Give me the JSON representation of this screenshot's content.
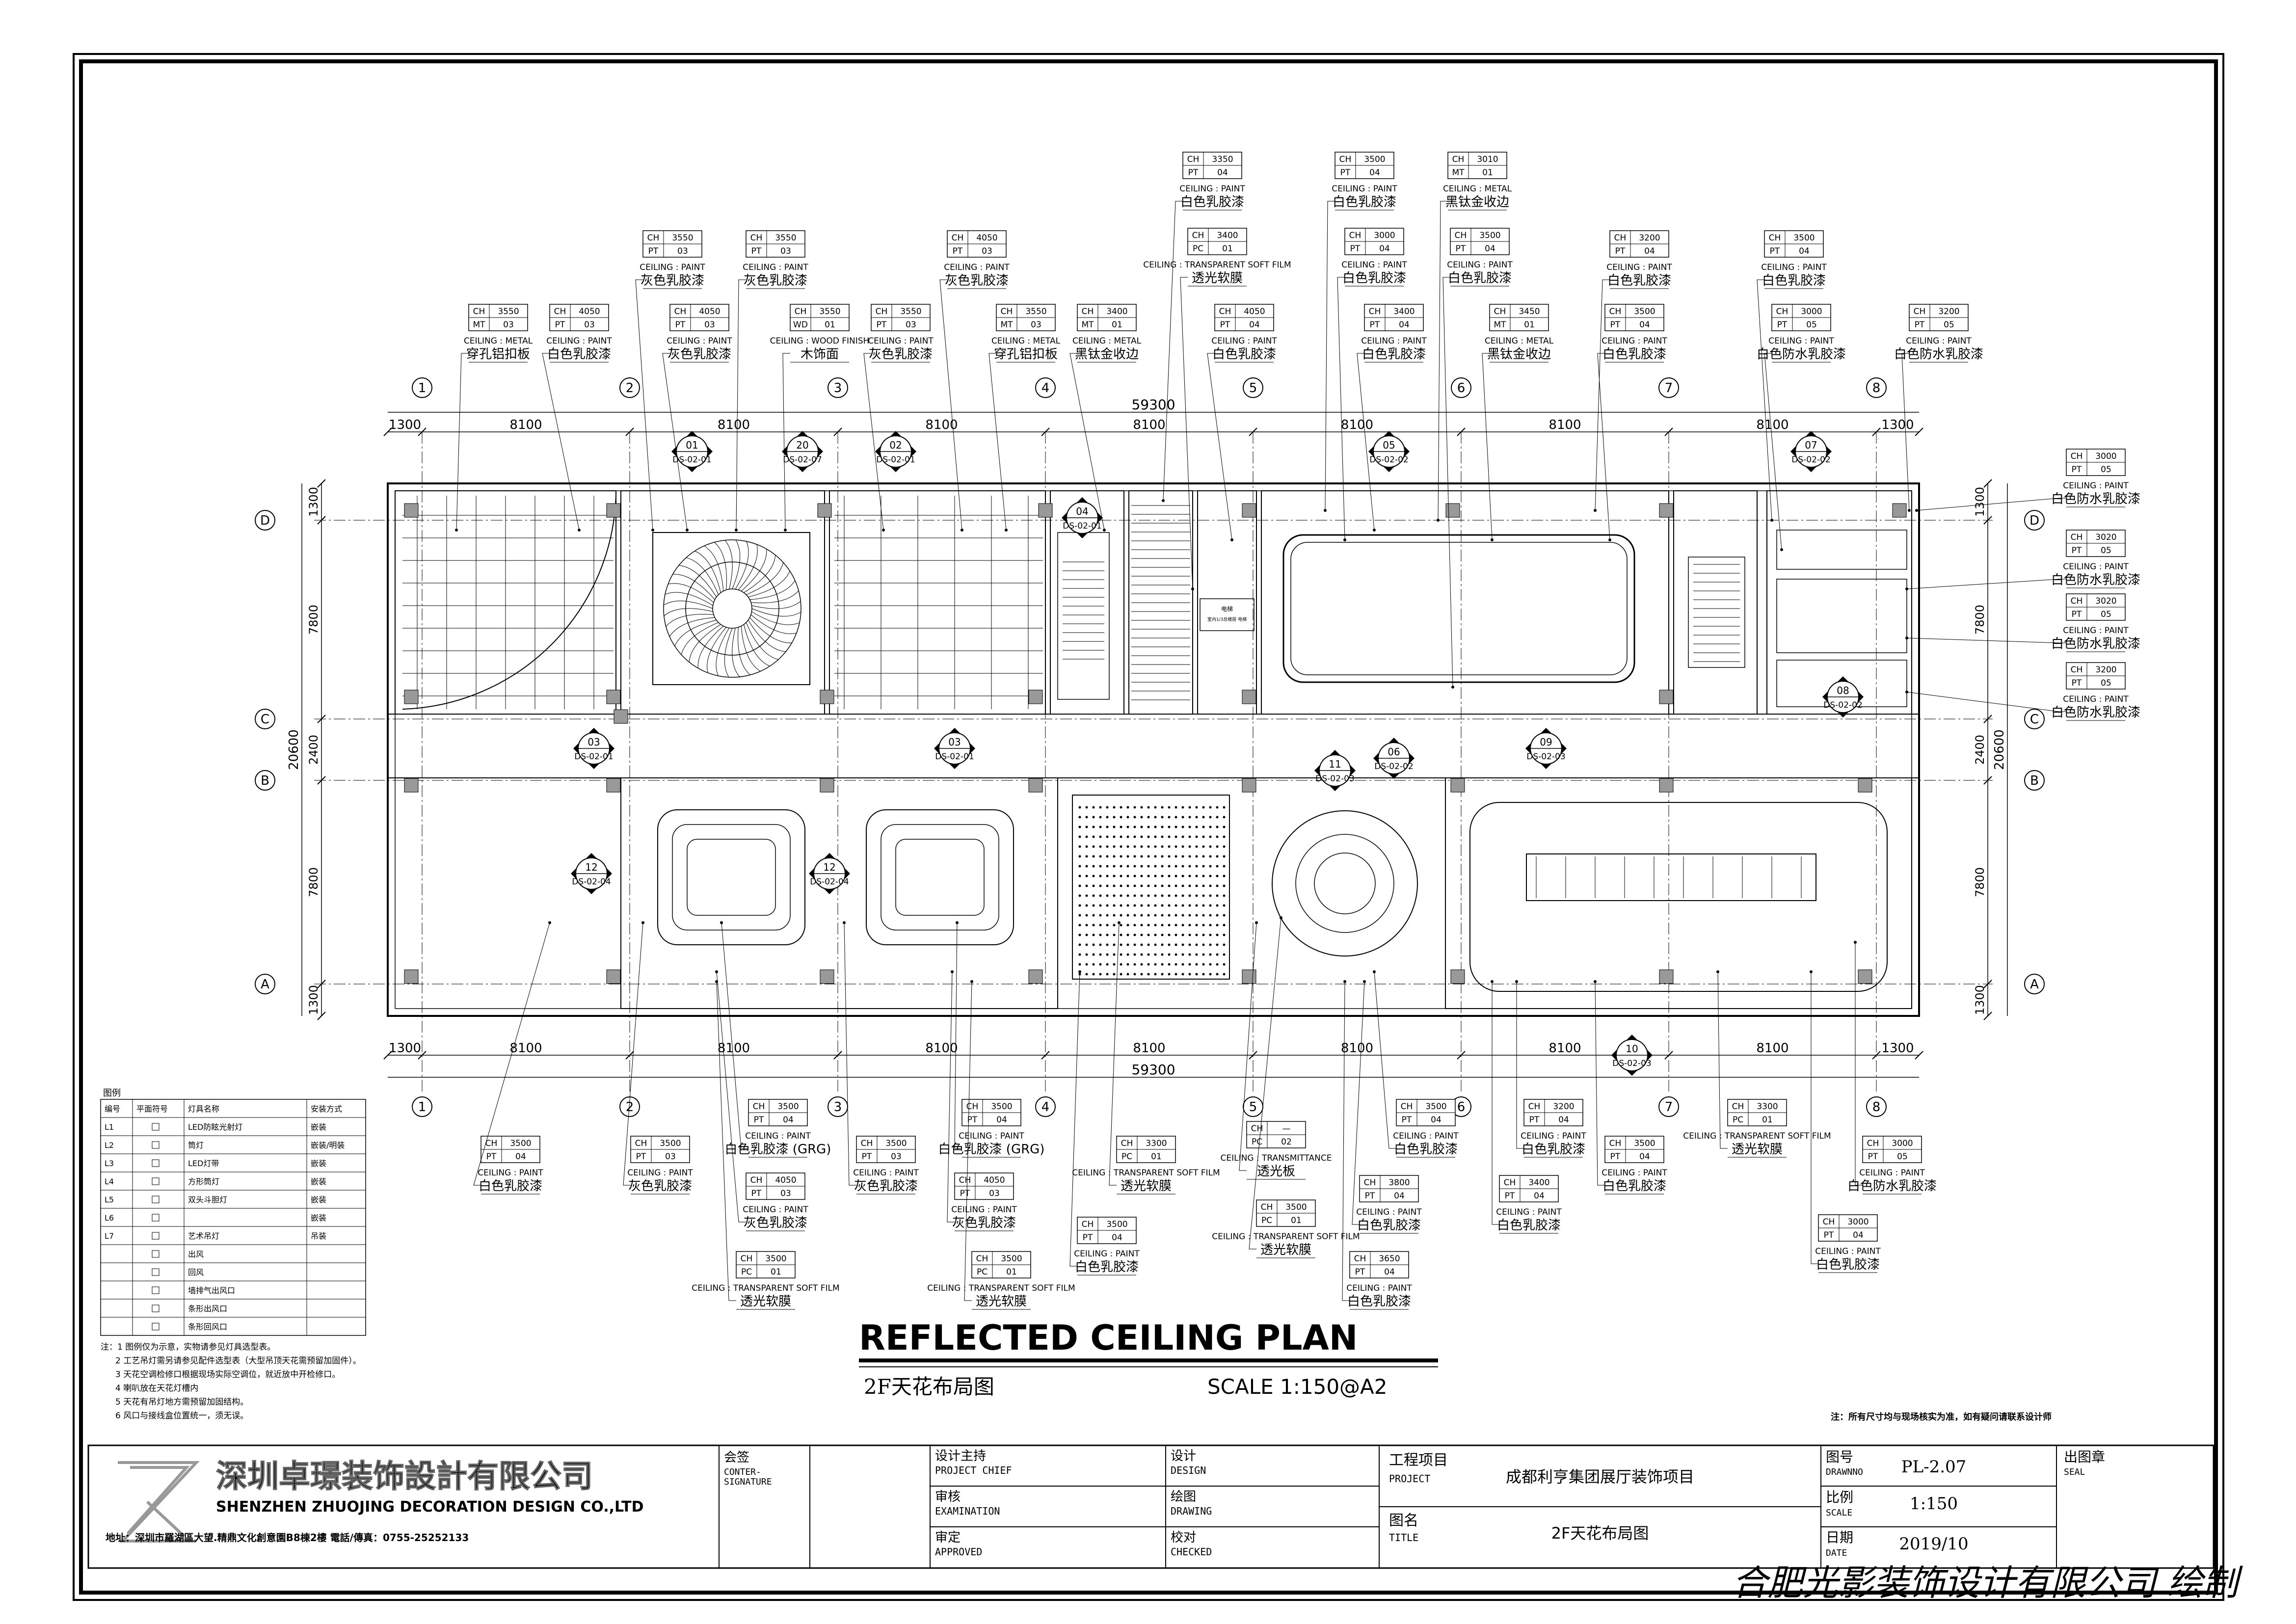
{
  "drawing": {
    "title": "REFLECTED  CEILING  PLAN",
    "subtitle": "2F天花布局图",
    "scale": "SCALE  1:150@A2",
    "note_right": "注：所有尺寸均与现场核实为准，如有疑问请联系设计师",
    "signature": "合肥光影装饰设计有限公司 绘制"
  },
  "grid": {
    "columns": [
      "1",
      "2",
      "3",
      "4",
      "5",
      "6",
      "7",
      "8"
    ],
    "rows": [
      "D",
      "C",
      "B",
      "A"
    ],
    "top_total": "59300",
    "bottom_total": "59300",
    "top_spans": [
      "1300",
      "8100",
      "8100",
      "8100",
      "8100",
      "8100",
      "8100",
      "8100",
      "1300"
    ],
    "bottom_spans": [
      "1300",
      "8100",
      "8100",
      "8100",
      "8100",
      "8100",
      "8100",
      "8100",
      "1300"
    ],
    "left_spans": [
      "1300",
      "7800",
      "2400",
      "7800",
      "1300"
    ],
    "left_total": "20600",
    "right_spans": [
      "1300",
      "7800",
      "2400",
      "7800",
      "1300"
    ],
    "right_total": "20600"
  },
  "callouts": {
    "ch": "CH",
    "pt": "PT",
    "pc": "PC",
    "mt": "MT",
    "wd": "WD",
    "metal": "CEILING : METAL",
    "paint": "CEILING : PAINT",
    "wood": "CEILING : WOOD FINISH",
    "film": "CEILING : TRANSPARENT SOFT FILM",
    "transmit": "CEILING : TRANSMITTANCE",
    "items_top": [
      {
        "ch": "3550",
        "code": "03",
        "k": "MT",
        "type": "metal",
        "cn": "穿孔铝扣板"
      },
      {
        "ch": "4050",
        "code": "03",
        "k": "PT",
        "type": "paint",
        "cn": "白色乳胶漆"
      },
      {
        "ch": "3550",
        "code": "03",
        "k": "PT",
        "type": "paint",
        "cn": "灰色乳胶漆"
      },
      {
        "ch": "4050",
        "code": "03",
        "k": "PT",
        "type": "paint",
        "cn": "灰色乳胶漆"
      },
      {
        "ch": "3550",
        "code": "03",
        "k": "PT",
        "type": "paint",
        "cn": "灰色乳胶漆"
      },
      {
        "ch": "3550",
        "code": "01",
        "k": "WD",
        "type": "wood",
        "cn": "木饰面"
      },
      {
        "ch": "3550",
        "code": "03",
        "k": "PT",
        "type": "paint",
        "cn": "灰色乳胶漆"
      },
      {
        "ch": "4050",
        "code": "03",
        "k": "PT",
        "type": "paint",
        "cn": "灰色乳胶漆"
      },
      {
        "ch": "3550",
        "code": "03",
        "k": "MT",
        "type": "metal",
        "cn": "穿孔铝扣板"
      },
      {
        "ch": "3400",
        "code": "01",
        "k": "MT",
        "type": "metal",
        "cn": "黑钛金收边"
      },
      {
        "ch": "3350",
        "code": "04",
        "k": "PT",
        "type": "paint",
        "cn": "白色乳胶漆"
      },
      {
        "ch": "3400",
        "code": "01",
        "k": "PC",
        "type": "film",
        "cn": "透光软膜"
      },
      {
        "ch": "4050",
        "code": "04",
        "k": "PT",
        "type": "paint",
        "cn": "白色乳胶漆"
      },
      {
        "ch": "3500",
        "code": "04",
        "k": "PT",
        "type": "paint",
        "cn": "白色乳胶漆"
      },
      {
        "ch": "3000",
        "code": "04",
        "k": "PT",
        "type": "paint",
        "cn": "白色乳胶漆"
      },
      {
        "ch": "3400",
        "code": "04",
        "k": "PT",
        "type": "paint",
        "cn": "白色乳胶漆"
      },
      {
        "ch": "3010",
        "code": "01",
        "k": "MT",
        "type": "metal",
        "cn": "黑钛金收边"
      },
      {
        "ch": "3500",
        "code": "04",
        "k": "PT",
        "type": "paint",
        "cn": "白色乳胶漆"
      },
      {
        "ch": "3450",
        "code": "01",
        "k": "MT",
        "type": "metal",
        "cn": "黑钛金收边"
      },
      {
        "ch": "3200",
        "code": "04",
        "k": "PT",
        "type": "paint",
        "cn": "白色乳胶漆"
      },
      {
        "ch": "3500",
        "code": "04",
        "k": "PT",
        "type": "paint",
        "cn": "白色乳胶漆"
      },
      {
        "ch": "3500",
        "code": "04",
        "k": "PT",
        "type": "paint",
        "cn": "白色乳胶漆"
      },
      {
        "ch": "3000",
        "code": "05",
        "k": "PT",
        "type": "paint",
        "cn": "白色防水乳胶漆"
      },
      {
        "ch": "3200",
        "code": "05",
        "k": "PT",
        "type": "paint",
        "cn": "白色防水乳胶漆"
      }
    ],
    "items_right": [
      {
        "ch": "3000",
        "code": "05",
        "cn": "白色防水乳胶漆"
      },
      {
        "ch": "3020",
        "code": "05",
        "cn": "白色防水乳胶漆"
      },
      {
        "ch": "3020",
        "code": "05",
        "cn": "白色防水乳胶漆"
      },
      {
        "ch": "3200",
        "code": "05",
        "cn": "白色防水乳胶漆"
      }
    ],
    "items_bottom": [
      {
        "ch": "3500",
        "code": "04",
        "k": "PT",
        "type": "paint",
        "cn": "白色乳胶漆"
      },
      {
        "ch": "3500",
        "code": "03",
        "k": "PT",
        "type": "paint",
        "cn": "灰色乳胶漆"
      },
      {
        "ch": "3500",
        "code": "04",
        "k": "PT",
        "type": "paint",
        "cn": "白色乳胶漆 (GRG)"
      },
      {
        "ch": "4050",
        "code": "03",
        "k": "PT",
        "type": "paint",
        "cn": "灰色乳胶漆"
      },
      {
        "ch": "3500",
        "code": "03",
        "k": "PT",
        "type": "paint",
        "cn": "灰色乳胶漆"
      },
      {
        "ch": "3500",
        "code": "01",
        "k": "PC",
        "type": "film",
        "cn": "透光软膜"
      },
      {
        "ch": "3500",
        "code": "04",
        "k": "PT",
        "type": "paint",
        "cn": "白色乳胶漆 (GRG)"
      },
      {
        "ch": "4050",
        "code": "03",
        "k": "PT",
        "type": "paint",
        "cn": "灰色乳胶漆"
      },
      {
        "ch": "3500",
        "code": "01",
        "k": "PC",
        "type": "film",
        "cn": "透光软膜"
      },
      {
        "ch": "3300",
        "code": "01",
        "k": "PC",
        "type": "film",
        "cn": "透光软膜"
      },
      {
        "ch": "3500",
        "code": "04",
        "k": "PT",
        "type": "paint",
        "cn": "白色乳胶漆"
      },
      {
        "ch": "—",
        "code": "02",
        "k": "PC",
        "type": "transmit",
        "cn": "透光板"
      },
      {
        "ch": "3500",
        "code": "01",
        "k": "PC",
        "type": "film",
        "cn": "透光软膜"
      },
      {
        "ch": "3500",
        "code": "04",
        "k": "PT",
        "type": "paint",
        "cn": "白色乳胶漆"
      },
      {
        "ch": "3800",
        "code": "04",
        "k": "PT",
        "type": "paint",
        "cn": "白色乳胶漆"
      },
      {
        "ch": "3650",
        "code": "04",
        "k": "PT",
        "type": "paint",
        "cn": "白色乳胶漆"
      },
      {
        "ch": "3200",
        "code": "04",
        "k": "PT",
        "type": "paint",
        "cn": "白色乳胶漆"
      },
      {
        "ch": "3400",
        "code": "04",
        "k": "PT",
        "type": "paint",
        "cn": "白色乳胶漆"
      },
      {
        "ch": "3500",
        "code": "04",
        "k": "PT",
        "type": "paint",
        "cn": "白色乳胶漆"
      },
      {
        "ch": "3300",
        "code": "01",
        "k": "PC",
        "type": "film",
        "cn": "透光软膜"
      },
      {
        "ch": "3000",
        "code": "05",
        "k": "PT",
        "type": "paint",
        "cn": "白色防水乳胶漆"
      },
      {
        "ch": "3000",
        "code": "04",
        "k": "PT",
        "type": "paint",
        "cn": "白色乳胶漆"
      }
    ]
  },
  "sections": [
    {
      "n": "01",
      "ref": "DS-02-01"
    },
    {
      "n": "20",
      "ref": "DS-02-07"
    },
    {
      "n": "02",
      "ref": "DS-02-01"
    },
    {
      "n": "04",
      "ref": "DS-02-01"
    },
    {
      "n": "05",
      "ref": "DS-02-02"
    },
    {
      "n": "07",
      "ref": "DS-02-02"
    },
    {
      "n": "03",
      "ref": "DS-02-01"
    },
    {
      "n": "03",
      "ref": "DS-02-01"
    },
    {
      "n": "06",
      "ref": "DS-02-02"
    },
    {
      "n": "11",
      "ref": "DS-02-03"
    },
    {
      "n": "09",
      "ref": "DS-02-03"
    },
    {
      "n": "08",
      "ref": "DS-02-02"
    },
    {
      "n": "12",
      "ref": "DS-02-04"
    },
    {
      "n": "12",
      "ref": "DS-02-04"
    },
    {
      "n": "10",
      "ref": "DS-02-03"
    }
  ],
  "legend": {
    "title": "图例",
    "headers": [
      "编号",
      "平面符号",
      "灯具名称",
      "安装方式"
    ],
    "rows": [
      {
        "code": "L1",
        "name": "LED防眩光射灯",
        "mount": "嵌装"
      },
      {
        "code": "L2",
        "name": "筒灯",
        "mount": "嵌装/明装"
      },
      {
        "code": "L3",
        "name": "LED灯带",
        "mount": "嵌装"
      },
      {
        "code": "L4",
        "name": "方形筒灯",
        "mount": "嵌装"
      },
      {
        "code": "L5",
        "name": "双头斗胆灯",
        "mount": "嵌装"
      },
      {
        "code": "L6",
        "name": "",
        "mount": "嵌装"
      },
      {
        "code": "L7",
        "name": "艺术吊灯",
        "mount": "吊装"
      },
      {
        "code": "",
        "name": "出风",
        "mount": ""
      },
      {
        "code": "",
        "name": "回风",
        "mount": ""
      },
      {
        "code": "",
        "name": "墙排气出风口",
        "mount": ""
      },
      {
        "code": "",
        "name": "条形出风口",
        "mount": ""
      },
      {
        "code": "",
        "name": "条形回风口",
        "mount": ""
      }
    ]
  },
  "notes": [
    "注：1  图例仅为示意，实物请参见灯具选型表。",
    "2  工艺吊灯需另请参见配件选型表（大型吊顶天花需预留加固件）。",
    "3  天花空调检修口根据现场实际空调位，就近放中开检修口。",
    "4  喇叭放在天花灯槽内",
    "5  天花有吊灯地方需预留加固结构。",
    "6  风口与接线盒位置统一，须无误。"
  ],
  "title_block": {
    "company_cn": "深圳卓璟装饰設計有限公司",
    "company_en": "SHENZHEN ZHUOJING DECORATION DESIGN CO.,LTD",
    "address": "地址：深圳市羅湖區大望.精鼎文化創意園B8棟2樓    電話/傳真：0755-25252133",
    "countersign_cn": "会签",
    "countersign_en1": "CONTER-",
    "countersign_en2": "SIGNATURE",
    "chief_cn": "设计主持",
    "chief_en": "PROJECT CHIEF",
    "exam_cn": "审核",
    "exam_en": "EXAMINATION",
    "approve_cn": "审定",
    "approve_en": "APPROVED",
    "design_cn": "设计",
    "design_en": "DESIGN",
    "drawing_cn": "绘图",
    "drawing_en": "DRAWING",
    "check_cn": "校对",
    "check_en": "CHECKED",
    "project_cn": "工程项目",
    "project_en": "PROJECT",
    "project_name": "成都利亨集团展厅装饰项目",
    "title_cn": "图名",
    "title_en": "TITLE",
    "title_name": "2F天花布局图",
    "dwgno_cn": "图号",
    "dwgno_en": "DRAWNNO",
    "dwgno": "PL-2.07",
    "scale_cn": "比例",
    "scale_en": "SCALE",
    "scale": "1:150",
    "date_cn": "日期",
    "date_en": "DATE",
    "date": "2019/10",
    "seal_cn": "出图章",
    "seal_en": "SEAL"
  },
  "plan_labels": {
    "elevator": "电梯",
    "elevator_sub": "室内1/3总楼层 电梯"
  }
}
